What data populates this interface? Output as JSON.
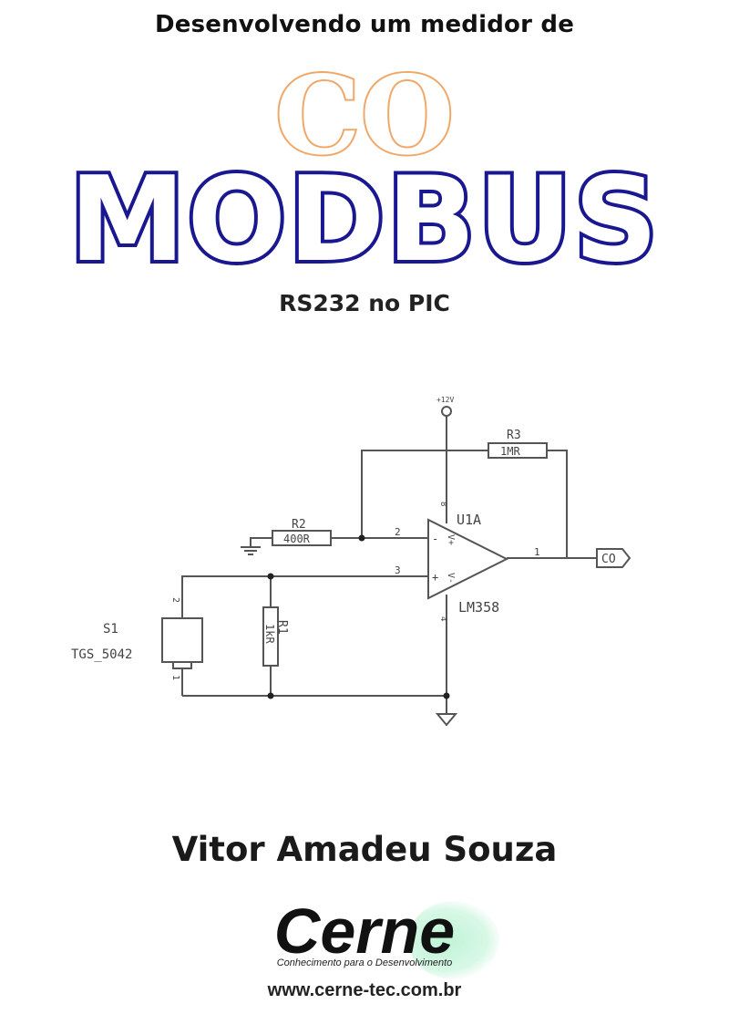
{
  "cover": {
    "top_line": "Desenvolvendo um medidor de",
    "title_co": "CO",
    "title_modbus": "MODBUS",
    "subtitle": "RS232 no PIC",
    "author": "Vitor Amadeu Souza",
    "colors": {
      "co_outline": "#f0a868",
      "modbus_outline": "#1a1890"
    }
  },
  "schematic": {
    "supply": "+12V",
    "r3_ref": "R3",
    "r3_value": "1MR",
    "r2_ref": "R2",
    "r2_value": "400R",
    "r1_ref": "R1",
    "r1_value": "1kR",
    "opamp_ref": "U1A",
    "opamp_part": "LM358",
    "pin_inv": "2",
    "pin_noninv": "3",
    "pin_out": "1",
    "pin_vplus": "8",
    "pin_vminus": "4",
    "label_vplus": "V+",
    "label_vminus": "V-",
    "sign_minus": "-",
    "sign_plus": "+",
    "sensor_ref": "S1",
    "sensor_part": "TGS_5042",
    "sensor_pin_top": "2",
    "sensor_pin_bottom": "1",
    "output_label": "CO"
  },
  "publisher": {
    "logo_word": "Cerne",
    "logo_tagline": "Conhecimento para o Desenvolvimento",
    "website": "www.cerne-tec.com.br"
  }
}
